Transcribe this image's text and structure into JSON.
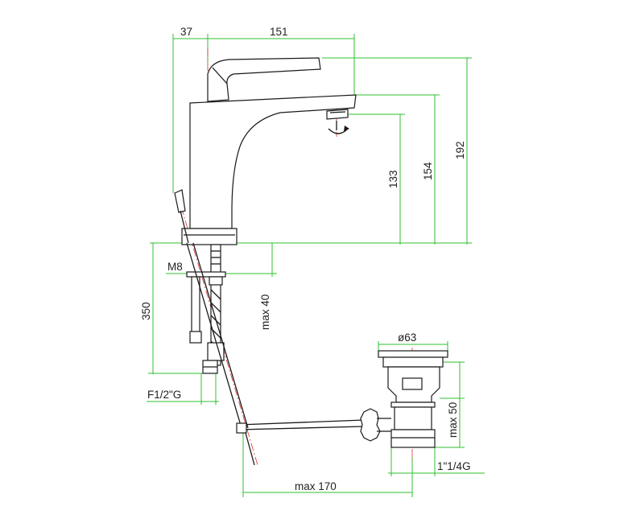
{
  "drawing": {
    "dimensions": {
      "d37": "37",
      "d151": "151",
      "d192": "192",
      "d154": "154",
      "d133": "133",
      "d350": "350",
      "max40": "max 40",
      "m8": "M8",
      "f12g": "F1/2\"G",
      "phi63": "ø63",
      "max50": "max 50",
      "d114g": "1\"1/4G",
      "max170": "max 170"
    }
  },
  "colors": {
    "dimension_lines": "#2fc02f",
    "center_lines": "#e03030",
    "outline": "#1a1a1a"
  }
}
